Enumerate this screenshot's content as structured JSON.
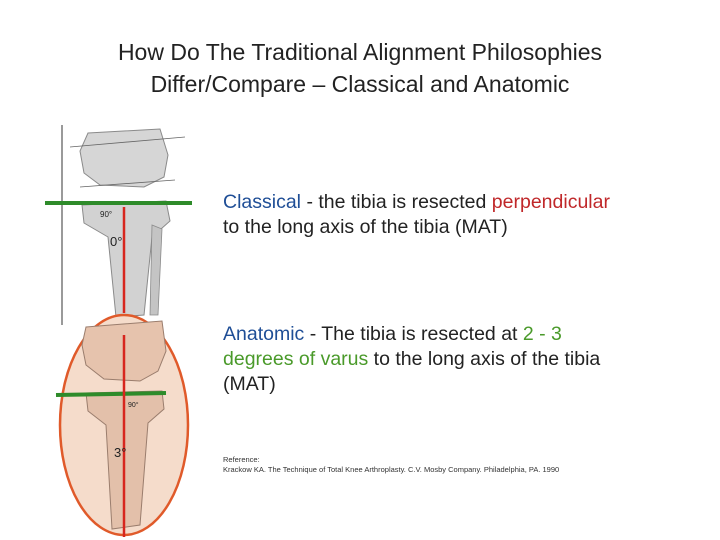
{
  "title": {
    "line1": "How Do The Traditional Alignment Philosophies",
    "line2": "Differ/Compare – Classical and Anatomic"
  },
  "figure": {
    "classical_angle": "0°",
    "anatomic_angle": "3°",
    "small_angle_top": "90°",
    "small_angle_bottom": "90°",
    "colors": {
      "resection_line": "#2e8b2a",
      "axis_line": "#d7261e",
      "highlight_ellipse": "#e05a2a",
      "bone": "#cfcfcf",
      "bone_tinted": "#e8c9b6"
    }
  },
  "classical": {
    "term": "Classical",
    "text_a": " - the tibia is resected ",
    "highlight": "perpendicular",
    "text_b": "to the long axis of the tibia (MAT)"
  },
  "anatomic": {
    "term": "Anatomic",
    "text_a": " - The tibia is resected at ",
    "highlight_a": "2 - 3",
    "highlight_b": "degrees of varus",
    "text_b": " to the long axis of the tibia",
    "text_c": "(MAT)"
  },
  "reference": {
    "line1": "Reference:",
    "line2": "Krackow KA. The Technique of Total Knee Arthroplasty. C.V. Mosby Company. Philadelphia, PA. 1990"
  }
}
